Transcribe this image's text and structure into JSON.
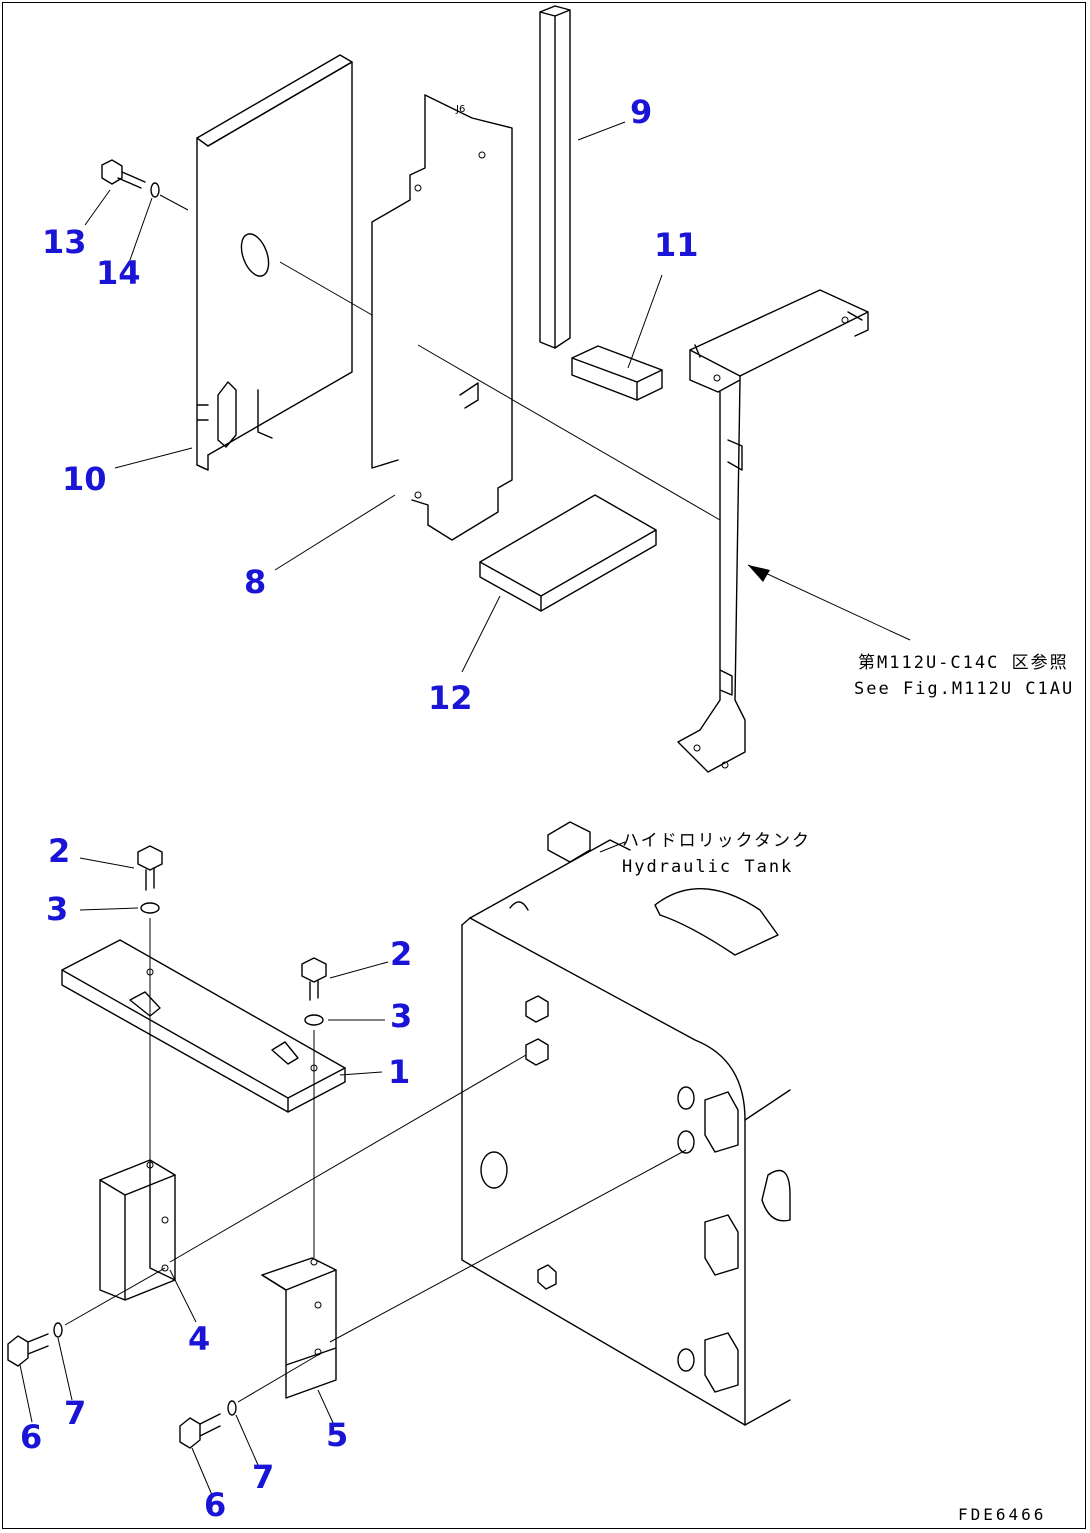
{
  "callouts": [
    "1",
    "2",
    "2",
    "3",
    "3",
    "4",
    "5",
    "6",
    "6",
    "7",
    "7",
    "8",
    "9",
    "10",
    "11",
    "12",
    "13",
    "14"
  ],
  "notes": {
    "ref_jp": "第M112U-C14C 区参照",
    "ref_en": "See Fig.M112U C1AU",
    "tank_jp": "ハイドロリックタンク",
    "tank_en": "Hydraulic Tank"
  },
  "drawing_number": "FDE6466",
  "colors": {
    "callout": "#1a14d6",
    "line": "#000000"
  }
}
